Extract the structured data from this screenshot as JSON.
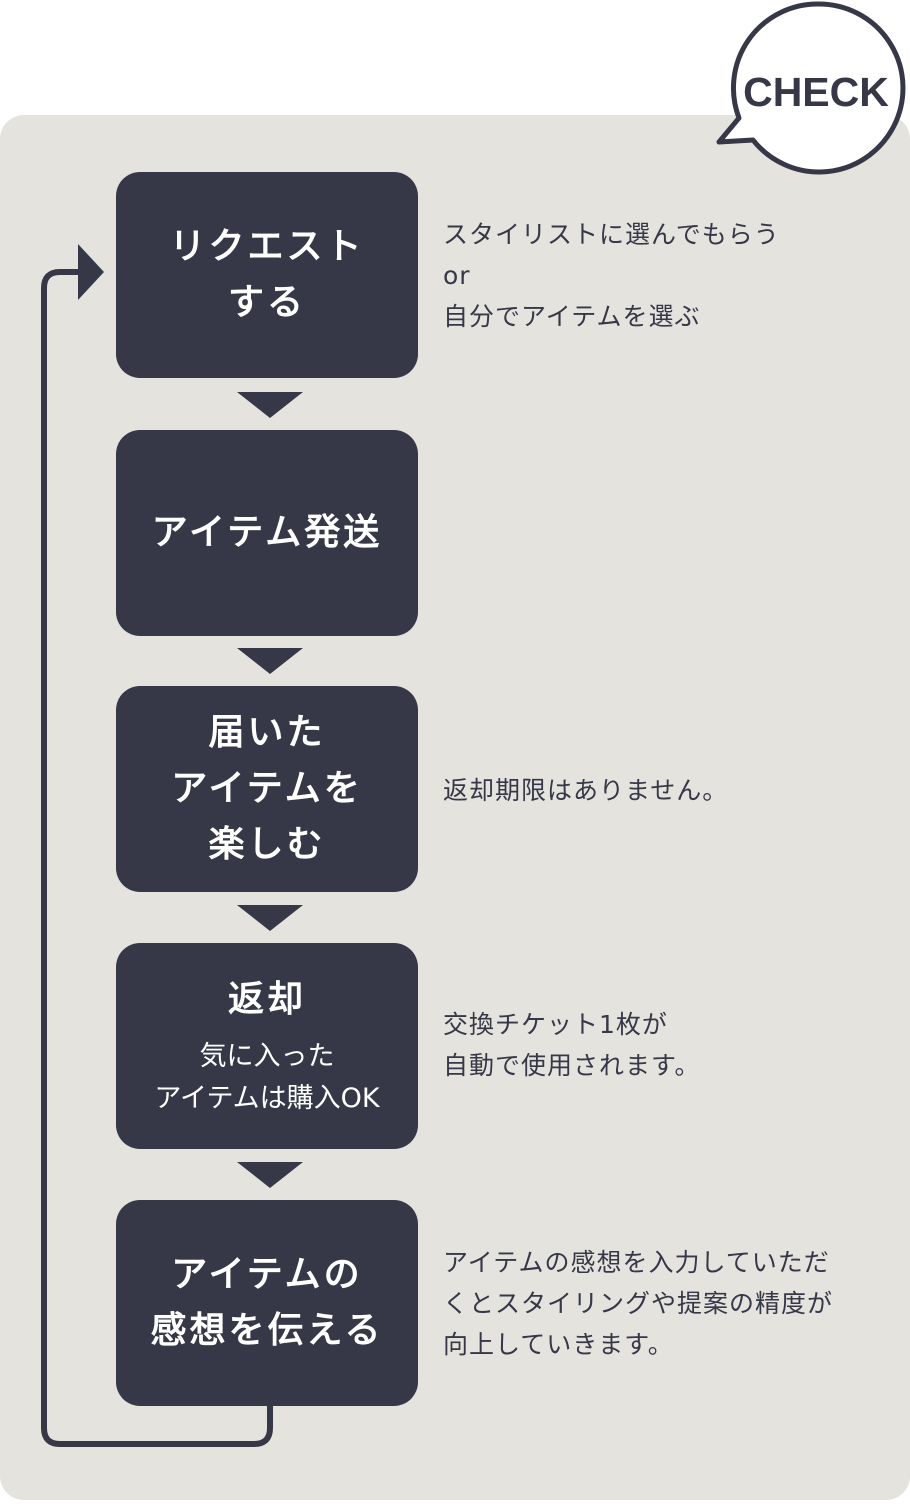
{
  "badge": {
    "label": "CHECK"
  },
  "steps": [
    {
      "title": "リクエスト\nする",
      "note": "スタイリストに選んでもらう\nor\n自分でアイテムを選ぶ"
    },
    {
      "title": "アイテム発送",
      "note": ""
    },
    {
      "title": "届いた\nアイテムを\n楽しむ",
      "note": "返却期限はありません。"
    },
    {
      "title": "返却",
      "subtitle": "気に入った\nアイテムは購入OK",
      "note": "交換チケット1枚が\n自動で使用されます。"
    },
    {
      "title": "アイテムの\n感想を伝える",
      "note": "アイテムの感想を入力していただ\nくとスタイリングや提案の精度が\n向上していきます。"
    }
  ],
  "colors": {
    "background_panel": "#e5e3de",
    "step_box": "#363848",
    "step_text": "#ffffff",
    "note_text": "#363848"
  }
}
